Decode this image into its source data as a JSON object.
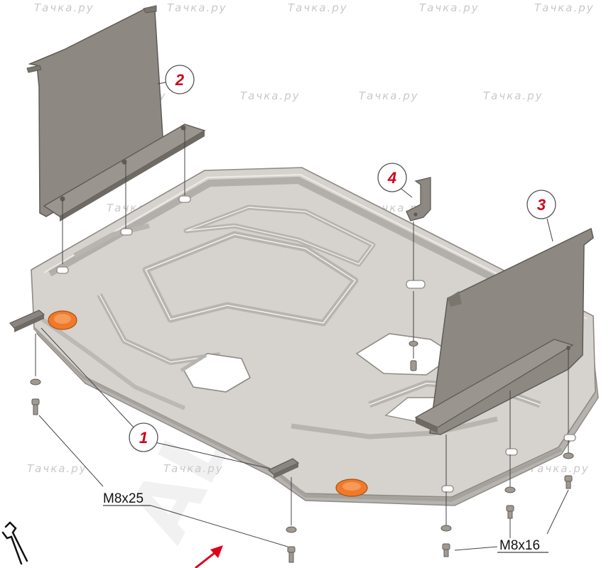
{
  "watermark": {
    "site_text": "Тачка.ру",
    "brand_text": "ALFeco"
  },
  "callouts": [
    {
      "number": "1",
      "part": "main skid plate"
    },
    {
      "number": "2",
      "part": "left side shield"
    },
    {
      "number": "3",
      "part": "right side shield"
    },
    {
      "number": "4",
      "part": "mounting bracket"
    }
  ],
  "fasteners": {
    "bolt_a": "M8x25",
    "bolt_b": "M8x16"
  },
  "colors": {
    "plate_fill": "#cfcbc6",
    "plate_edge": "#8e8a86",
    "shield_fill": "#8d8882",
    "shield_edge": "#5e5a56",
    "orange_plug": "#f07a2a",
    "callout_red": "#d0001a",
    "arrow_red": "#e0001a"
  },
  "icons": {
    "tool": "wrench-icon",
    "direction": "direction-arrow-icon"
  }
}
